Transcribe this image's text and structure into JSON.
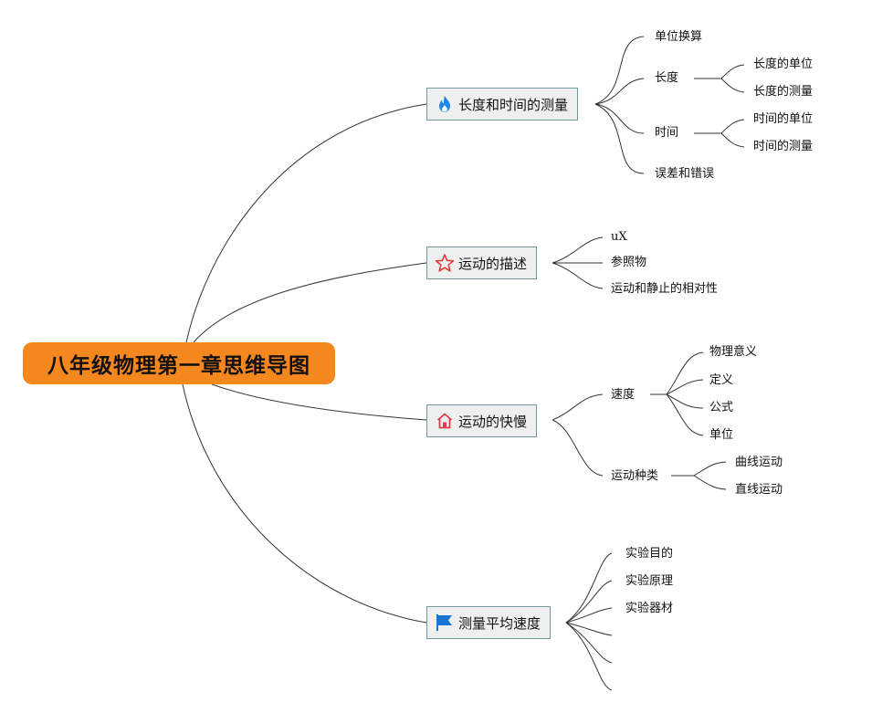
{
  "root": {
    "title": "八年级物理第一章思维导图"
  },
  "branches": [
    {
      "label": "长度和时间的测量",
      "icon": "flame-icon",
      "children": [
        {
          "label": "单位换算"
        },
        {
          "label": "长度",
          "children": [
            {
              "label": "长度的单位"
            },
            {
              "label": "长度的测量"
            }
          ]
        },
        {
          "label": "时间",
          "children": [
            {
              "label": "时间的单位"
            },
            {
              "label": "时间的测量"
            }
          ]
        },
        {
          "label": "误差和错误"
        }
      ]
    },
    {
      "label": "运动的描述",
      "icon": "star-icon",
      "children": [
        {
          "label": "uX"
        },
        {
          "label": "参照物"
        },
        {
          "label": "运动和静止的相对性"
        }
      ]
    },
    {
      "label": "运动的快慢",
      "icon": "home-icon",
      "children": [
        {
          "label": "速度",
          "children": [
            {
              "label": "物理意义"
            },
            {
              "label": "定义"
            },
            {
              "label": "公式"
            },
            {
              "label": "单位"
            }
          ]
        },
        {
          "label": "运动种类",
          "children": [
            {
              "label": "曲线运动"
            },
            {
              "label": "直线运动"
            }
          ]
        }
      ]
    },
    {
      "label": "测量平均速度",
      "icon": "flag-icon",
      "children": [
        {
          "label": "实验目的"
        },
        {
          "label": "实验原理"
        },
        {
          "label": "实验器材"
        },
        {
          "label": ""
        },
        {
          "label": ""
        },
        {
          "label": ""
        }
      ]
    }
  ],
  "colors": {
    "root_fill": "#f5871f",
    "branch_fill": "#eef0f0",
    "branch_border": "#6f9a9a",
    "line": "#333333",
    "flame": "#1e88e5",
    "star": "#e53935",
    "home": "#e53950",
    "flag": "#1976d2"
  }
}
